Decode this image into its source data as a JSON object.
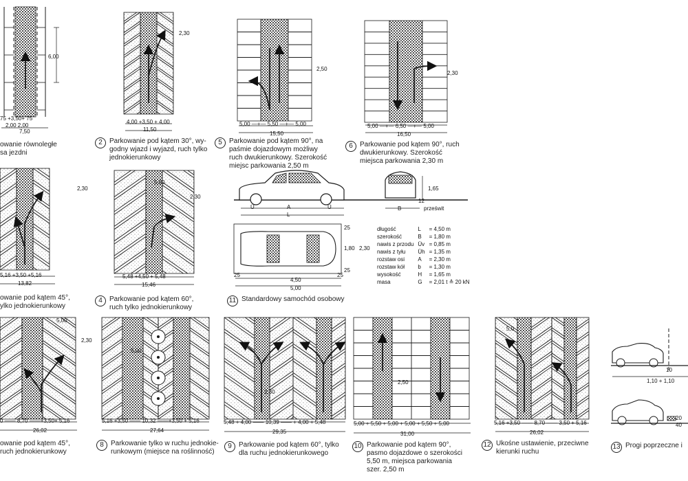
{
  "captions": [
    {
      "id": "c1",
      "num": "",
      "text": "owanie równoległe\nsa jezdni"
    },
    {
      "id": "c2",
      "num": "2",
      "text": "Parkowanie pod kątem 30°, wy-\ngodny wjazd i wyjazd, ruch tylko\njednokierunkowy"
    },
    {
      "id": "c5",
      "num": "5",
      "text": "Parkowanie pod kątem 90°, na\npaśmie dojazdowym możliwy\nruch dwukierunkowy. Szerokość\nmiejsc parkowania 2,50 m"
    },
    {
      "id": "c6",
      "num": "6",
      "text": "Parkowanie pod kątem 90°, ruch\ndwukierunkowy. Szerokość\nmiejsca parkowania 2,30 m"
    },
    {
      "id": "c3",
      "num": "",
      "text": "owanie pod kątem 45°,\nylko jednokierunkowy"
    },
    {
      "id": "c4",
      "num": "4",
      "text": "Parkowanie pod kątem 60°,\nruch tylko jednokierunkowy"
    },
    {
      "id": "c11",
      "num": "11",
      "text": "Standardowy samochód osobowy"
    },
    {
      "id": "c7",
      "num": "",
      "text": "owanie pod kątem 45°,\nruch jednokierunkowy"
    },
    {
      "id": "c8",
      "num": "8",
      "text": "Parkowanie tylko w ruchu jednokie-\nrunkowym (miejsce na roślinność)"
    },
    {
      "id": "c9",
      "num": "9",
      "text": "Parkowanie pod kątem 60°, tylko\ndla ruchu jednokierunkowego"
    },
    {
      "id": "c10",
      "num": "10",
      "text": "Parkowanie pod kątem 90°,\npasmo dojazdowe o szerokości\n5,50 m, miejsca parkowania\nszer. 2,50 m"
    },
    {
      "id": "c12",
      "num": "12",
      "text": "Ukośne ustawienie, przeciwne\nkierunki ruchu"
    },
    {
      "id": "c13",
      "num": "13",
      "text": "Progi poprzeczne i"
    }
  ],
  "dims": [
    {
      "id": "d1a",
      "text": "6,00"
    },
    {
      "id": "d1b",
      "text": "75   +3,50+   75"
    },
    {
      "id": "d1c",
      "text": "2,00        2,00"
    },
    {
      "id": "d1d",
      "text": "7,50"
    },
    {
      "id": "d2a",
      "text": "2,30"
    },
    {
      "id": "d2b",
      "text": "4,00 +3,50 + 4,00"
    },
    {
      "id": "d2c",
      "text": "11,50"
    },
    {
      "id": "d5a",
      "text": "2,50"
    },
    {
      "id": "d5b",
      "text": "5,00 —+— 5,50 —+— 5,00"
    },
    {
      "id": "d5c",
      "text": "15,50"
    },
    {
      "id": "d6a",
      "text": "2,30"
    },
    {
      "id": "d6b",
      "text": "5,00 —+— 6,50 —+— 5,00"
    },
    {
      "id": "d6c",
      "text": "16,50"
    },
    {
      "id": "d3a",
      "text": "2,30"
    },
    {
      "id": "d3b",
      "text": "5,16 +3,50 +5,16"
    },
    {
      "id": "d3c",
      "text": "13,82"
    },
    {
      "id": "d4a",
      "text": "5,00"
    },
    {
      "id": "d4b",
      "text": "2,30"
    },
    {
      "id": "d4c",
      "text": "5,48 +4,50 + 5,48"
    },
    {
      "id": "d4d",
      "text": "15,46"
    },
    {
      "id": "d11a",
      "text": "Ü"
    },
    {
      "id": "d11b",
      "text": "A"
    },
    {
      "id": "d11c",
      "text": "Ü"
    },
    {
      "id": "d11d",
      "text": "L"
    },
    {
      "id": "d11e",
      "text": "1,65"
    },
    {
      "id": "d11f",
      "text": "12"
    },
    {
      "id": "d11g",
      "text": "B"
    },
    {
      "id": "d11h",
      "text": "prześwit"
    },
    {
      "id": "d11i",
      "text": "25"
    },
    {
      "id": "d11j",
      "text": "1,80"
    },
    {
      "id": "d11k",
      "text": "2,30"
    },
    {
      "id": "d11l",
      "text": "25"
    },
    {
      "id": "d11m",
      "text": "25"
    },
    {
      "id": "d11n",
      "text": "4,50"
    },
    {
      "id": "d11o",
      "text": "25"
    },
    {
      "id": "d11p",
      "text": "5,00"
    },
    {
      "id": "d7a",
      "text": "5,00"
    },
    {
      "id": "d7b",
      "text": "2,30"
    },
    {
      "id": "d7c",
      "text": "0 —— 8,70 ——+3,50+ 5,16"
    },
    {
      "id": "d7d",
      "text": "26,02"
    },
    {
      "id": "d8a",
      "text": "5,00"
    },
    {
      "id": "d8b",
      "text": "5,16 +3,50 —— 10,32 ——+3,50 + 5,16"
    },
    {
      "id": "d8c",
      "text": "27,64"
    },
    {
      "id": "d9a",
      "text": "2,30"
    },
    {
      "id": "d9b",
      "text": "5,48 + 4,00 —— 10,39 —— + 4,00 + 5,48"
    },
    {
      "id": "d9c",
      "text": "29,35"
    },
    {
      "id": "d10a",
      "text": "2,50"
    },
    {
      "id": "d10b",
      "text": "5,00 + 5,50 + 5,00 + 5,00 + 5,50 + 5,00"
    },
    {
      "id": "d10c",
      "text": "31,00"
    },
    {
      "id": "d12a",
      "text": "5,0"
    },
    {
      "id": "d12b",
      "text": "5,16 +3,50 —— 8,70 —— 3,50 + 5,16"
    },
    {
      "id": "d12c",
      "text": "26,02"
    },
    {
      "id": "d13a",
      "text": "1,10 + 1,10"
    },
    {
      "id": "d13b",
      "text": "10"
    },
    {
      "id": "d13c",
      "text": "20"
    },
    {
      "id": "d13d",
      "text": "40"
    }
  ],
  "spec": [
    {
      "label": "długość",
      "sym": "L",
      "value": "= 4,50 m"
    },
    {
      "label": "szerokość",
      "sym": "B",
      "value": "= 1,80 m"
    },
    {
      "label": "nawis z przodu",
      "sym": "Üv",
      "value": "= 0,85 m"
    },
    {
      "label": "nawis z tyłu",
      "sym": "Üh",
      "value": "= 1,35 m"
    },
    {
      "label": "rozstaw osi",
      "sym": "A",
      "value": "= 2,30 m"
    },
    {
      "label": "rozstaw kół",
      "sym": "b",
      "value": "= 1,30 m"
    },
    {
      "label": "wysokość",
      "sym": "H",
      "value": "= 1,65 m"
    },
    {
      "label": "masa",
      "sym": "G",
      "value": "= 2,01 t ≙ 20 kN"
    }
  ],
  "colors": {
    "ink": "#1a1a1a",
    "paper": "#ffffff",
    "aisle": "#6e6e6e",
    "stall": "#ffffff"
  }
}
